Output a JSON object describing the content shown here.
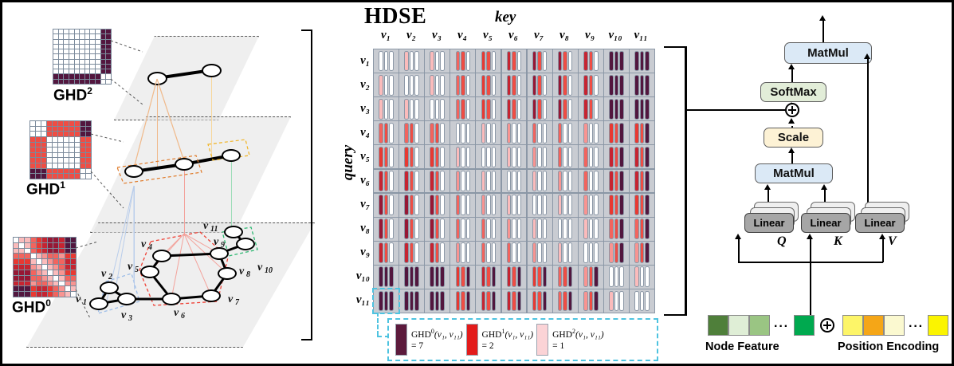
{
  "figure": {
    "left_panel": {
      "heatmaps": [
        {
          "name": "GHD2",
          "label": "GHD",
          "exponent": "2"
        },
        {
          "name": "GHD1",
          "label": "GHD",
          "exponent": "1"
        },
        {
          "name": "GHD0",
          "label": "GHD",
          "exponent": "0"
        }
      ],
      "graph_nodes": [
        "v1",
        "v2",
        "v3",
        "v4",
        "v5",
        "v6",
        "v7",
        "v8",
        "v9",
        "v10",
        "v11"
      ],
      "node_labels": [
        {
          "id": "v1",
          "text": "v",
          "sub": "1"
        },
        {
          "id": "v2",
          "text": "v",
          "sub": "2"
        },
        {
          "id": "v3",
          "text": "v",
          "sub": "3"
        },
        {
          "id": "v4",
          "text": "v",
          "sub": "4"
        },
        {
          "id": "v5",
          "text": "v",
          "sub": "5"
        },
        {
          "id": "v6",
          "text": "v",
          "sub": "6"
        },
        {
          "id": "v7",
          "text": "v",
          "sub": "7"
        },
        {
          "id": "v8",
          "text": "v",
          "sub": "8"
        },
        {
          "id": "v9",
          "text": "v",
          "sub": "9"
        },
        {
          "id": "v10",
          "text": "v",
          "sub": "10"
        },
        {
          "id": "v11",
          "text": "v",
          "sub": "11"
        }
      ],
      "cluster_colors": {
        "blue": "#9dbde8",
        "red": "#ef4136",
        "green": "#2eb872",
        "orange": "#e07b2a",
        "yellow": "#f0b323"
      }
    },
    "center_panel": {
      "title": "HDSE",
      "key_label": "key",
      "query_label": "query",
      "axis_labels": [
        "v₁",
        "v₂",
        "v₃",
        "v₄",
        "v₅",
        "v₆",
        "v₇",
        "v₈",
        "v₉",
        "v₁₀",
        "v₁₁"
      ],
      "highlight_cell": {
        "row": "v11",
        "col": "v1"
      },
      "legend": [
        {
          "label": "GHD",
          "sup": "0",
          "args": "(v₁, v₁₁)",
          "value": "= 7",
          "color": "#5c1a3c"
        },
        {
          "label": "GHD",
          "sup": "1",
          "args": "(v₁, v₁₁)",
          "value": "= 2",
          "color": "#e31b1b"
        },
        {
          "label": "GHD",
          "sup": "2",
          "args": "(v₁, v₁₁)",
          "value": "= 1",
          "color": "#fbd3d6"
        }
      ]
    },
    "right_panel": {
      "blocks": [
        {
          "name": "matmul-top",
          "label": "MatMul",
          "color": "#dbe9f6"
        },
        {
          "name": "softmax",
          "label": "SoftMax",
          "color": "#e2edd8"
        },
        {
          "name": "scale",
          "label": "Scale",
          "color": "#fdf2d5"
        },
        {
          "name": "matmul-bottom",
          "label": "MatMul",
          "color": "#dbe9f6"
        }
      ],
      "linear_blocks": [
        {
          "name": "linear-q",
          "label": "Linear",
          "symbol": "Q"
        },
        {
          "name": "linear-k",
          "label": "Linear",
          "symbol": "K"
        },
        {
          "name": "linear-v",
          "label": "Linear",
          "symbol": "V"
        }
      ],
      "node_feature_label": "Node  Feature",
      "position_encoding_label": "Position Encoding",
      "node_feature_colors": [
        "#4f7f3a",
        "#dfeed6",
        "#9ac583",
        "#00a94f"
      ],
      "position_encoding_colors": [
        "#fdf568",
        "#f5a617",
        "#fbf9d0",
        "#fbf400"
      ],
      "ellipsis": "···",
      "plus_symbol": "⊕"
    }
  },
  "chart_data": {
    "type": "heatmap",
    "title": "HDSE",
    "xlabel": "key",
    "ylabel": "query",
    "categories": [
      "v1",
      "v2",
      "v3",
      "v4",
      "v5",
      "v6",
      "v7",
      "v8",
      "v9",
      "v10",
      "v11"
    ],
    "series_names": [
      "GHD0",
      "GHD1",
      "GHD2"
    ],
    "note": "Each matrix cell holds three bars encoding GHD at hierarchy level 0,1,2 between query node (row) and key node (column).",
    "ghd0": [
      [
        0,
        1,
        1,
        3,
        4,
        5,
        6,
        6,
        5,
        7,
        7
      ],
      [
        1,
        0,
        1,
        3,
        4,
        5,
        6,
        6,
        5,
        7,
        7
      ],
      [
        1,
        1,
        0,
        3,
        4,
        5,
        6,
        6,
        5,
        7,
        7
      ],
      [
        3,
        3,
        3,
        0,
        1,
        2,
        3,
        3,
        2,
        4,
        4
      ],
      [
        4,
        4,
        4,
        1,
        0,
        1,
        2,
        3,
        3,
        5,
        5
      ],
      [
        5,
        5,
        5,
        2,
        1,
        0,
        1,
        2,
        3,
        5,
        5
      ],
      [
        6,
        6,
        6,
        3,
        2,
        1,
        0,
        1,
        2,
        4,
        4
      ],
      [
        6,
        6,
        6,
        3,
        3,
        2,
        1,
        0,
        1,
        3,
        3
      ],
      [
        5,
        5,
        5,
        2,
        3,
        3,
        2,
        1,
        0,
        2,
        2
      ],
      [
        7,
        7,
        7,
        4,
        5,
        5,
        4,
        3,
        2,
        0,
        1
      ],
      [
        7,
        7,
        7,
        4,
        5,
        5,
        4,
        3,
        2,
        1,
        0
      ]
    ],
    "ghd1": [
      [
        0,
        0,
        0,
        1,
        1,
        1,
        1,
        1,
        1,
        2,
        2
      ],
      [
        0,
        0,
        0,
        1,
        1,
        1,
        1,
        1,
        1,
        2,
        2
      ],
      [
        0,
        0,
        0,
        1,
        1,
        1,
        1,
        1,
        1,
        2,
        2
      ],
      [
        1,
        1,
        1,
        0,
        0,
        0,
        0,
        0,
        0,
        1,
        1
      ],
      [
        1,
        1,
        1,
        0,
        0,
        0,
        0,
        0,
        0,
        1,
        1
      ],
      [
        1,
        1,
        1,
        0,
        0,
        0,
        0,
        0,
        0,
        1,
        1
      ],
      [
        1,
        1,
        1,
        0,
        0,
        0,
        0,
        0,
        0,
        1,
        1
      ],
      [
        1,
        1,
        1,
        0,
        0,
        0,
        0,
        0,
        0,
        1,
        1
      ],
      [
        1,
        1,
        1,
        0,
        0,
        0,
        0,
        0,
        0,
        1,
        1
      ],
      [
        2,
        2,
        2,
        1,
        1,
        1,
        1,
        1,
        1,
        0,
        0
      ],
      [
        2,
        2,
        2,
        1,
        1,
        1,
        1,
        1,
        1,
        0,
        0
      ]
    ],
    "ghd2": [
      [
        0,
        0,
        0,
        0,
        0,
        0,
        0,
        0,
        0,
        1,
        1
      ],
      [
        0,
        0,
        0,
        0,
        0,
        0,
        0,
        0,
        0,
        1,
        1
      ],
      [
        0,
        0,
        0,
        0,
        0,
        0,
        0,
        0,
        0,
        1,
        1
      ],
      [
        0,
        0,
        0,
        0,
        0,
        0,
        0,
        0,
        0,
        1,
        1
      ],
      [
        0,
        0,
        0,
        0,
        0,
        0,
        0,
        0,
        0,
        1,
        1
      ],
      [
        0,
        0,
        0,
        0,
        0,
        0,
        0,
        0,
        0,
        1,
        1
      ],
      [
        0,
        0,
        0,
        0,
        0,
        0,
        0,
        0,
        0,
        1,
        1
      ],
      [
        0,
        0,
        0,
        0,
        0,
        0,
        0,
        0,
        0,
        1,
        1
      ],
      [
        0,
        0,
        0,
        0,
        0,
        0,
        0,
        0,
        0,
        1,
        1
      ],
      [
        1,
        1,
        1,
        1,
        1,
        1,
        1,
        1,
        1,
        0,
        0
      ],
      [
        1,
        1,
        1,
        1,
        1,
        1,
        1,
        1,
        1,
        0,
        0
      ]
    ],
    "thumb_ghd0": [
      [
        0,
        1,
        1,
        3,
        4,
        5,
        6,
        6,
        5,
        7,
        7
      ],
      [
        1,
        0,
        1,
        3,
        4,
        5,
        6,
        6,
        5,
        7,
        7
      ],
      [
        1,
        1,
        0,
        3,
        4,
        5,
        6,
        6,
        5,
        7,
        7
      ],
      [
        3,
        3,
        3,
        0,
        1,
        2,
        3,
        3,
        2,
        4,
        4
      ],
      [
        4,
        4,
        4,
        1,
        0,
        1,
        2,
        3,
        3,
        5,
        5
      ],
      [
        5,
        5,
        5,
        2,
        1,
        0,
        1,
        2,
        3,
        5,
        5
      ],
      [
        6,
        6,
        6,
        3,
        2,
        1,
        0,
        1,
        2,
        4,
        4
      ],
      [
        6,
        6,
        6,
        3,
        3,
        2,
        1,
        0,
        1,
        3,
        3
      ],
      [
        5,
        5,
        5,
        2,
        3,
        3,
        2,
        1,
        0,
        2,
        2
      ],
      [
        7,
        7,
        7,
        4,
        5,
        5,
        4,
        3,
        2,
        0,
        1
      ],
      [
        7,
        7,
        7,
        4,
        5,
        5,
        4,
        3,
        2,
        1,
        0
      ]
    ]
  }
}
